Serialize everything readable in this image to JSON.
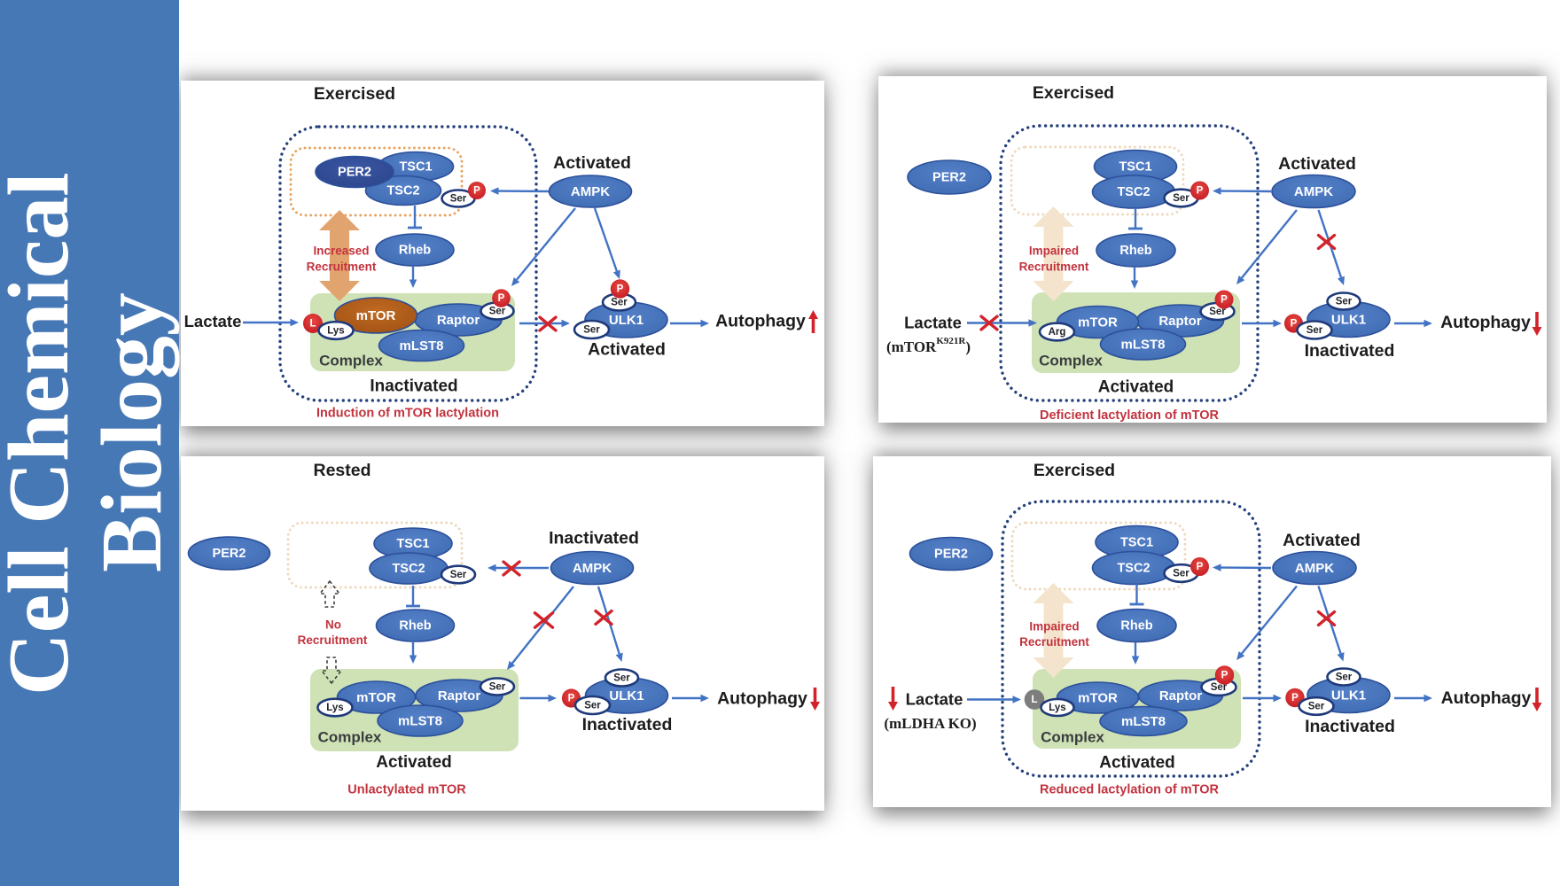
{
  "journal": {
    "line1": "Cell Chemical",
    "line2": "Biology"
  },
  "colors": {
    "sidebar_blue": "#4678b5",
    "node_blue": "#3e6ab2",
    "node_blue_light": "#5480c8",
    "node_blue_stroke": "#2c509b",
    "per2_dark": "#2c4489",
    "per2_dark_light": "#3a57a4",
    "mtor_brown": "#9f5014",
    "mtor_brown_light": "#c06a22",
    "complex_green": "#cfe2b5",
    "arrow_blue": "#4273c4",
    "red": "#d2232b",
    "caption_red": "#c2333e",
    "tan_strong": "#e2a46e",
    "tan_faint": "#f4e4cd",
    "orange_dots": "#e7a35f",
    "orange_dots_faint": "#eed9bd",
    "navy_dots": "#24407d",
    "ser_stroke": "#1f3a7a",
    "gray_badge": "#7d7d7d",
    "text_dark": "#1d1d1f",
    "complex_text": "#3a3d3f",
    "white": "#ffffff"
  },
  "panels": [
    {
      "id": "exercised-induction",
      "title": "Exercised",
      "caption": "Induction of mTOR lactylation",
      "recruitment_lines": [
        "Increased",
        "Recruitment"
      ],
      "recruitment_style": "strong",
      "per2": {
        "label": "PER2",
        "inside": true
      },
      "nodes": {
        "tsc1": "TSC1",
        "tsc2": "TSC2",
        "rheb": "Rheb",
        "ampk": "AMPK",
        "mtor": "mTOR",
        "raptor": "Raptor",
        "mlst8": "mLST8",
        "ulk1": "ULK1"
      },
      "ampk_status": "Activated",
      "complex_label": "Complex",
      "complex_status": "Inactivated",
      "ulk1_status": "Activated",
      "mtor_style": "brown",
      "residue": {
        "label": "Lys",
        "badge": "L",
        "badge_color": "red"
      },
      "tsc2_site": {
        "ser": "Ser",
        "p": "P"
      },
      "raptor_site": {
        "ser": "Ser",
        "p": "P"
      },
      "ulk1_sites": {
        "top_ser": "Ser",
        "top_p": "P",
        "left_ser": "Ser",
        "left_p": null
      },
      "lactate": {
        "label": "Lactate",
        "sub_pre": null,
        "sub_sup": null,
        "sub_post": null,
        "x_on_arrow": false,
        "red_down_arrow": false
      },
      "autophagy": {
        "label": "Autophagy",
        "direction": "up"
      },
      "outer_dotted": true,
      "x_marks": {
        "ampk_tsc2": false,
        "ampk_complex": false,
        "ampk_ulk1": false,
        "complex_ulk1": true
      }
    },
    {
      "id": "exercised-k921r",
      "title": "Exercised",
      "caption": "Deficient lactylation of mTOR",
      "recruitment_lines": [
        "Impaired",
        "Recruitment"
      ],
      "recruitment_style": "faint",
      "per2": {
        "label": "PER2",
        "inside": false
      },
      "nodes": {
        "tsc1": "TSC1",
        "tsc2": "TSC2",
        "rheb": "Rheb",
        "ampk": "AMPK",
        "mtor": "mTOR",
        "raptor": "Raptor",
        "mlst8": "mLST8",
        "ulk1": "ULK1"
      },
      "ampk_status": "Activated",
      "complex_label": "Complex",
      "complex_status": "Activated",
      "ulk1_status": "Inactivated",
      "mtor_style": "blue",
      "residue": {
        "label": "Arg",
        "badge": null,
        "badge_color": null
      },
      "tsc2_site": {
        "ser": "Ser",
        "p": "P"
      },
      "raptor_site": {
        "ser": "Ser",
        "p": "P"
      },
      "ulk1_sites": {
        "top_ser": "Ser",
        "top_p": null,
        "left_ser": "Ser",
        "left_p": "P"
      },
      "lactate": {
        "label": "Lactate",
        "sub_pre": "(mTOR",
        "sub_sup": "K921R",
        "sub_post": ")",
        "x_on_arrow": true,
        "red_down_arrow": false
      },
      "autophagy": {
        "label": "Autophagy",
        "direction": "down"
      },
      "outer_dotted": true,
      "x_marks": {
        "ampk_tsc2": false,
        "ampk_complex": false,
        "ampk_ulk1": true,
        "complex_ulk1": false
      }
    },
    {
      "id": "rested",
      "title": "Rested",
      "caption": "Unlactylated mTOR",
      "recruitment_lines": [
        "No",
        "Recruitment"
      ],
      "recruitment_style": "dashed",
      "per2": {
        "label": "PER2",
        "inside": false
      },
      "nodes": {
        "tsc1": "TSC1",
        "tsc2": "TSC2",
        "rheb": "Rheb",
        "ampk": "AMPK",
        "mtor": "mTOR",
        "raptor": "Raptor",
        "mlst8": "mLST8",
        "ulk1": "ULK1"
      },
      "ampk_status": "Inactivated",
      "complex_label": "Complex",
      "complex_status": "Activated",
      "ulk1_status": "Inactivated",
      "mtor_style": "blue",
      "residue": {
        "label": "Lys",
        "badge": null,
        "badge_color": null
      },
      "tsc2_site": {
        "ser": "Ser",
        "p": null
      },
      "raptor_site": {
        "ser": "Ser",
        "p": null
      },
      "ulk1_sites": {
        "top_ser": "Ser",
        "top_p": null,
        "left_ser": "Ser",
        "left_p": "P"
      },
      "lactate": null,
      "autophagy": {
        "label": "Autophagy",
        "direction": "down"
      },
      "outer_dotted": false,
      "x_marks": {
        "ampk_tsc2": true,
        "ampk_complex": true,
        "ampk_ulk1": true,
        "complex_ulk1": false
      }
    },
    {
      "id": "exercised-mldha-ko",
      "title": "Exercised",
      "caption": "Reduced lactylation of mTOR",
      "recruitment_lines": [
        "Impaired",
        "Recruitment"
      ],
      "recruitment_style": "faint",
      "per2": {
        "label": "PER2",
        "inside": false
      },
      "nodes": {
        "tsc1": "TSC1",
        "tsc2": "TSC2",
        "rheb": "Rheb",
        "ampk": "AMPK",
        "mtor": "mTOR",
        "raptor": "Raptor",
        "mlst8": "mLST8",
        "ulk1": "ULK1"
      },
      "ampk_status": "Activated",
      "complex_label": "Complex",
      "complex_status": "Activated",
      "ulk1_status": "Inactivated",
      "mtor_style": "blue",
      "residue": {
        "label": "Lys",
        "badge": "L",
        "badge_color": "gray"
      },
      "tsc2_site": {
        "ser": "Ser",
        "p": "P"
      },
      "raptor_site": {
        "ser": "Ser",
        "p": "P"
      },
      "ulk1_sites": {
        "top_ser": "Ser",
        "top_p": null,
        "left_ser": "Ser",
        "left_p": "P"
      },
      "lactate": {
        "label": "Lactate",
        "sub_pre": "(mLDHA KO)",
        "sub_sup": null,
        "sub_post": null,
        "x_on_arrow": false,
        "red_down_arrow": true
      },
      "autophagy": {
        "label": "Autophagy",
        "direction": "down"
      },
      "outer_dotted": true,
      "x_marks": {
        "ampk_tsc2": false,
        "ampk_complex": false,
        "ampk_ulk1": true,
        "complex_ulk1": false
      }
    }
  ]
}
